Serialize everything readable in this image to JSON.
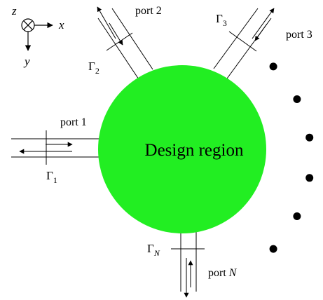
{
  "axes": {
    "z_label": "z",
    "x_label": "x",
    "y_label": "y"
  },
  "design_region": {
    "label": "Design region",
    "fill_color": "#22ee22"
  },
  "ports": [
    {
      "id": "port-1",
      "label": "port 1",
      "gamma_base": "Γ",
      "gamma_sub": "1"
    },
    {
      "id": "port-2",
      "label": "port 2",
      "gamma_base": "Γ",
      "gamma_sub": "2"
    },
    {
      "id": "port-3",
      "label": "port 3",
      "gamma_base": "Γ",
      "gamma_sub": "3"
    },
    {
      "id": "port-n",
      "label_prefix": "port ",
      "label_var": "N",
      "gamma_base": "Γ",
      "gamma_sub": "N"
    }
  ],
  "ellipsis_dot_count": 6,
  "line_color": "#000000"
}
